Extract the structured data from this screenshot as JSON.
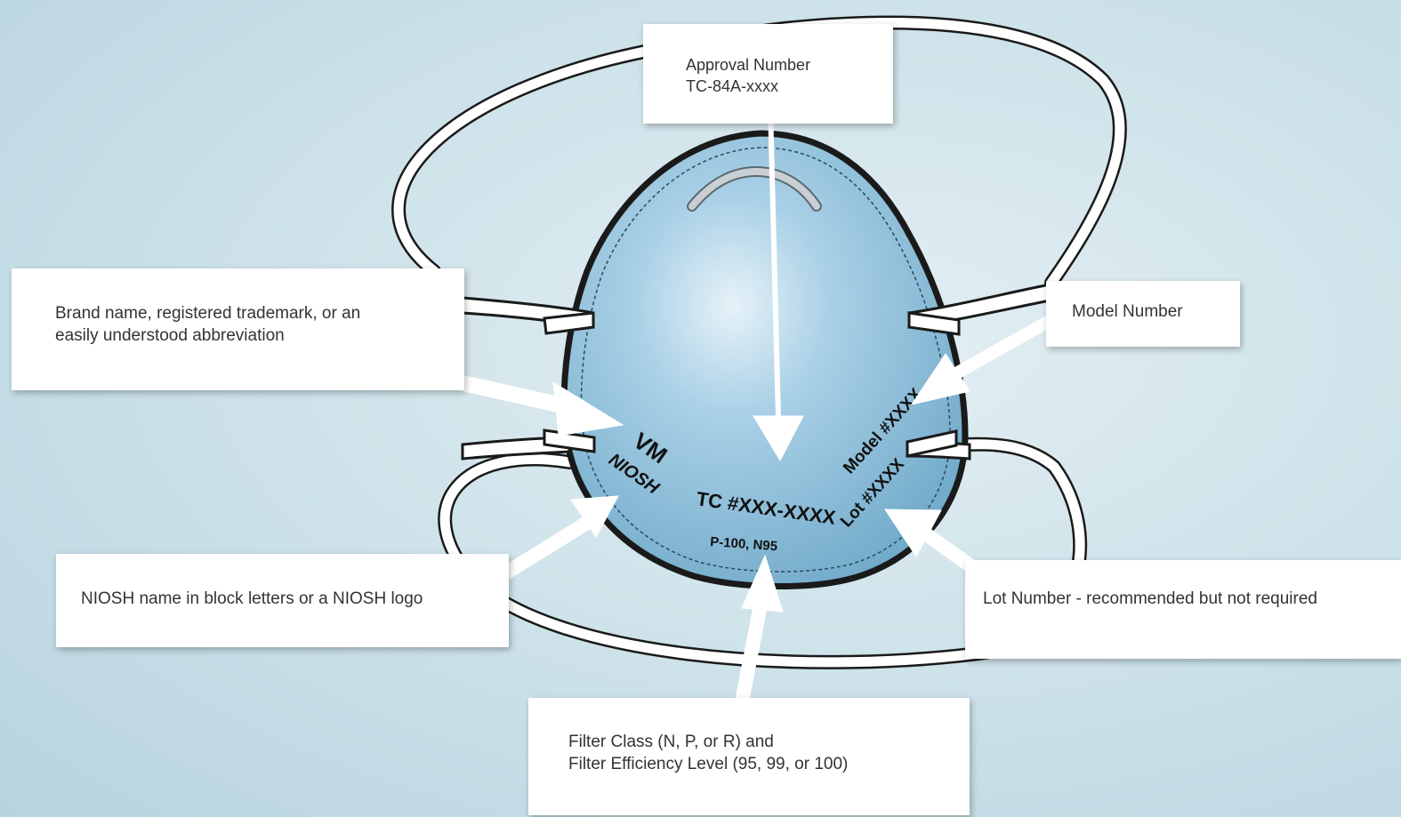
{
  "callouts": {
    "approval": {
      "line1": "Approval Number",
      "line2": "TC-84A-xxxx"
    },
    "brand": {
      "line1": "Brand name, registered trademark, or an",
      "line2": "easily understood abbreviation"
    },
    "model": {
      "line1": "Model Number"
    },
    "niosh": {
      "line1": "NIOSH name in block letters or a NIOSH logo"
    },
    "lot": {
      "line1": "Lot Number - recommended but not required"
    },
    "filter": {
      "line1": "Filter Class (N, P, or R) and",
      "line2": "Filter Efficiency Level (95, 99, or 100)"
    }
  },
  "mask_markings": {
    "brand": "VM",
    "niosh": "NIOSH",
    "tc": "TC #XXX-XXXX",
    "filter": "P-100, N95",
    "model": "Model #XXXX",
    "lot": "Lot #XXXX"
  },
  "colors": {
    "mask_fill": "#8fc0db",
    "mask_outline": "#1a1a1a",
    "arrow": "#ffffff",
    "background": "#cfe3ea"
  }
}
